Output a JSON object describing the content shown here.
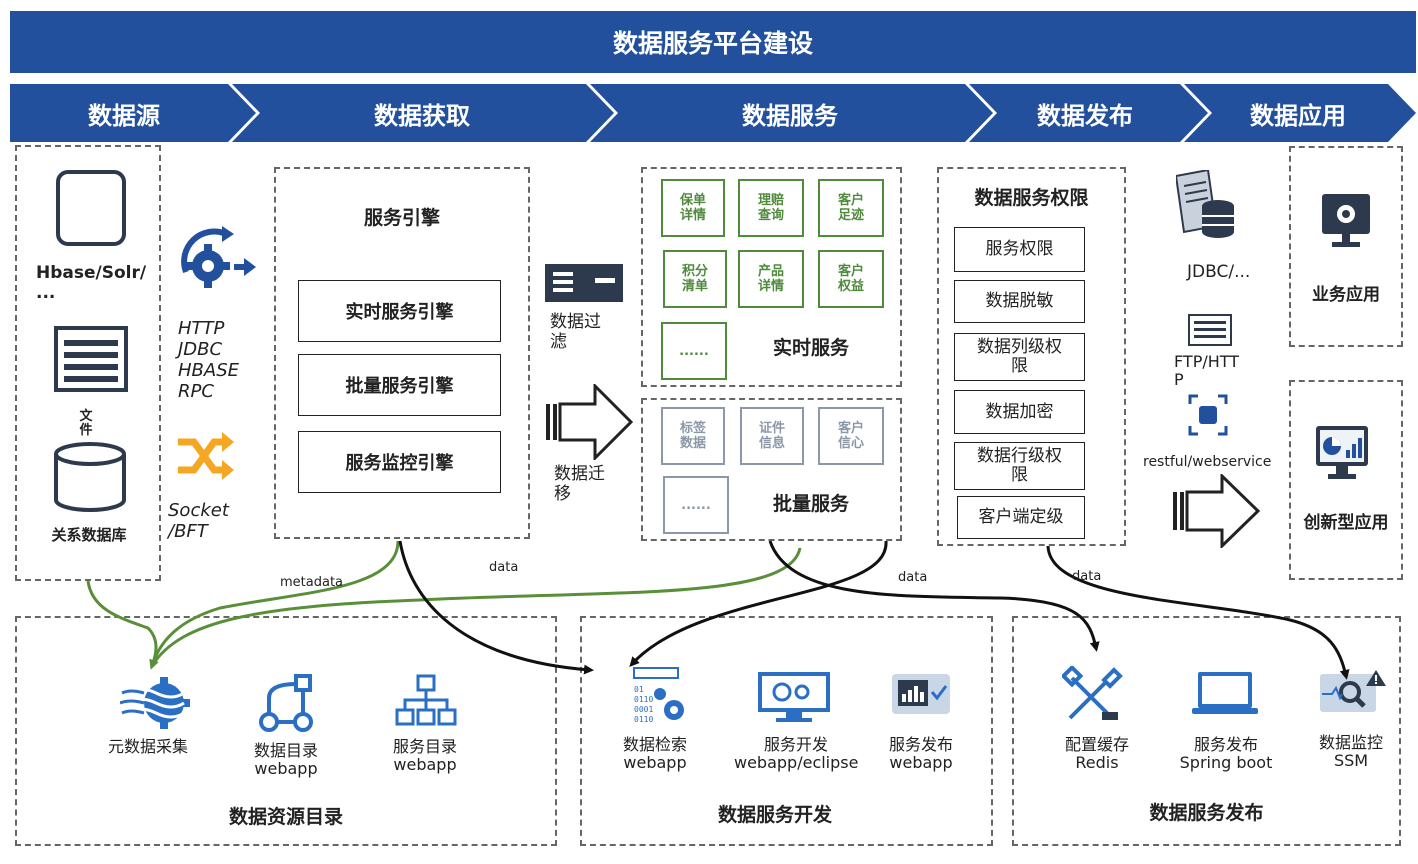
{
  "title": "数据服务平台建设",
  "stages": [
    "数据源",
    "数据获取",
    "数据服务",
    "数据发布",
    "数据应用"
  ],
  "sources": {
    "hbase": "Hbase/Solr/\n...",
    "file": "文\n件",
    "rdb": "关系数据库"
  },
  "protocols": {
    "top": "HTTP\nJDBC\nHBASE\nRPC",
    "bottom": "Socket\n/BFT"
  },
  "engine": {
    "title": "服务引擎",
    "items": [
      "实时服务引擎",
      "批量服务引擎",
      "服务监控引擎"
    ]
  },
  "middle": {
    "filter": "数据过\n滤",
    "migrate": "数据迁\n移"
  },
  "realtime": {
    "tiles": [
      "保单\n详情",
      "理赔\n查询",
      "客户\n足迹",
      "积分\n清单",
      "产品\n详情",
      "客户\n权益",
      "......"
    ],
    "label": "实时服务"
  },
  "batch": {
    "tiles": [
      "标签\n数据",
      "证件\n信息",
      "客户\n信心",
      "......"
    ],
    "label": "批量服务"
  },
  "permissions": {
    "title": "数据服务权限",
    "items": [
      "服务权限",
      "数据脱敏",
      "数据列级权\n限",
      "数据加密",
      "数据行级权\n限",
      "客户端定级"
    ]
  },
  "publish_channels": {
    "jdbc": "JDBC/...",
    "ftp": "FTP/HTT\nP",
    "restful": "restful/webservice"
  },
  "apps": {
    "business": "业务应用",
    "innovative": "创新型应用"
  },
  "flow_labels": {
    "metadata": "metadata",
    "data1": "data",
    "data2": "data",
    "data3": "data"
  },
  "catalog": {
    "title": "数据资源目录",
    "items": [
      "元数据采集",
      "数据目录\nwebapp",
      "服务目录\nwebapp"
    ]
  },
  "dev": {
    "title": "数据服务开发",
    "items": [
      "数据检索\nwebapp",
      "服务开发\nwebapp/eclipse",
      "服务发布\nwebapp"
    ]
  },
  "release": {
    "title": "数据服务发布",
    "items": [
      "配置缓存\nRedis",
      "服务发布\nSpring boot",
      "数据监控\nSSM"
    ]
  },
  "colors": {
    "brand": "#22509c",
    "green": "#4f8a3d",
    "orange": "#f5a623",
    "gray": "#8c98a8",
    "dark": "#2d3a4e"
  }
}
